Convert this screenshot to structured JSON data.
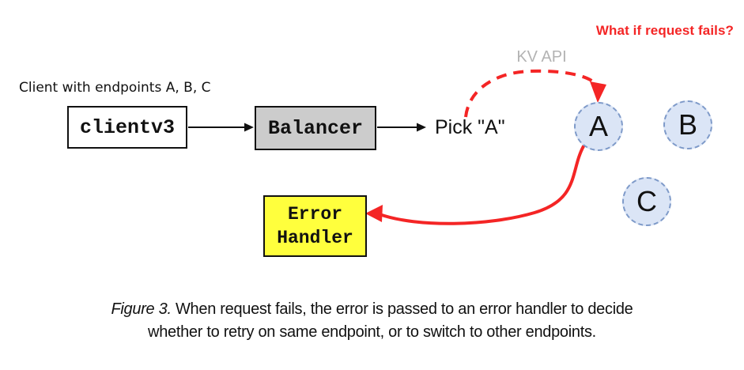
{
  "figure": {
    "annotation": "What if request fails?",
    "kv_api_label": "KV API",
    "client_caption": "Client with endpoints A, B, C",
    "client_box_label": "clientv3",
    "balancer_box_label": "Balancer",
    "pick_label": "Pick \"A\"",
    "error_handler": {
      "line1": "Error",
      "line2": "Handler"
    },
    "endpoints": [
      {
        "label": "A"
      },
      {
        "label": "B"
      },
      {
        "label": "C"
      }
    ],
    "colors": {
      "alert_red": "#f42525",
      "balancer_fill": "#cccccc",
      "error_handler_fill": "#ffff3d",
      "endpoint_fill": "#dbe5f6",
      "endpoint_border": "#7e9ac9",
      "kv_api_gray": "#b3b3b3",
      "line_black": "#111111"
    }
  },
  "caption": {
    "figure_label": "Figure 3.",
    "line1": " When request fails, the error is passed to an error handler to decide",
    "line2": "whether to retry on same endpoint, or to switch to other endpoints."
  }
}
